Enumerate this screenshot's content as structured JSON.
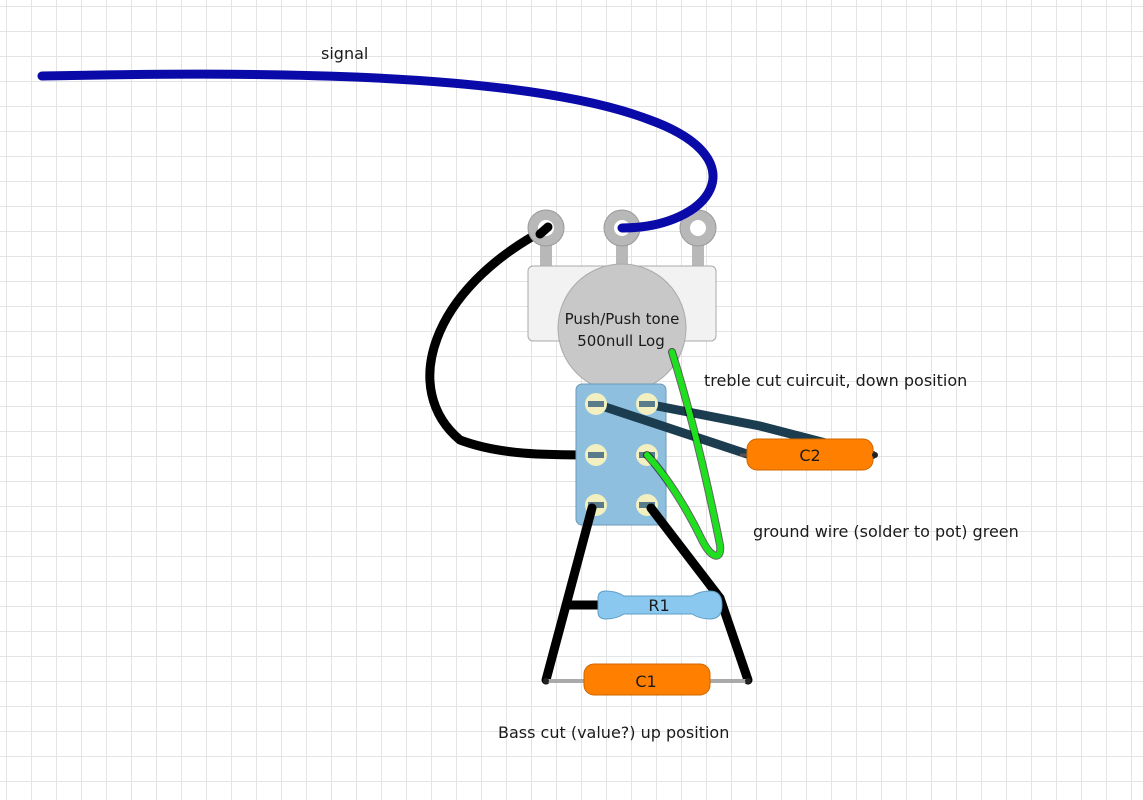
{
  "annotations": {
    "signal": "signal",
    "treble_cut": "treble cut cuircuit, down position",
    "ground_wire": "ground wire (solder to pot) green",
    "bass_cut": "Bass cut (value?) up position"
  },
  "potentiometer": {
    "line1": "Push/Push tone",
    "line2": "500null Log"
  },
  "components": {
    "c1": "C1",
    "c2": "C2",
    "r1": "R1"
  },
  "colors": {
    "signal_wire": "#0a0aa8",
    "ground_wire": "#1fe01f",
    "black_wire": "#000000",
    "switch_wire": "#1f4f66",
    "capacitor": "#ff7f00",
    "resistor": "#8bc8f0",
    "switch_body": "#8fbfdf",
    "switch_lug": "#f2f0c0",
    "pot_body": "#f2f2f2",
    "pot_knob": "#c8c8c8",
    "pot_lug": "#b8b8b8"
  }
}
